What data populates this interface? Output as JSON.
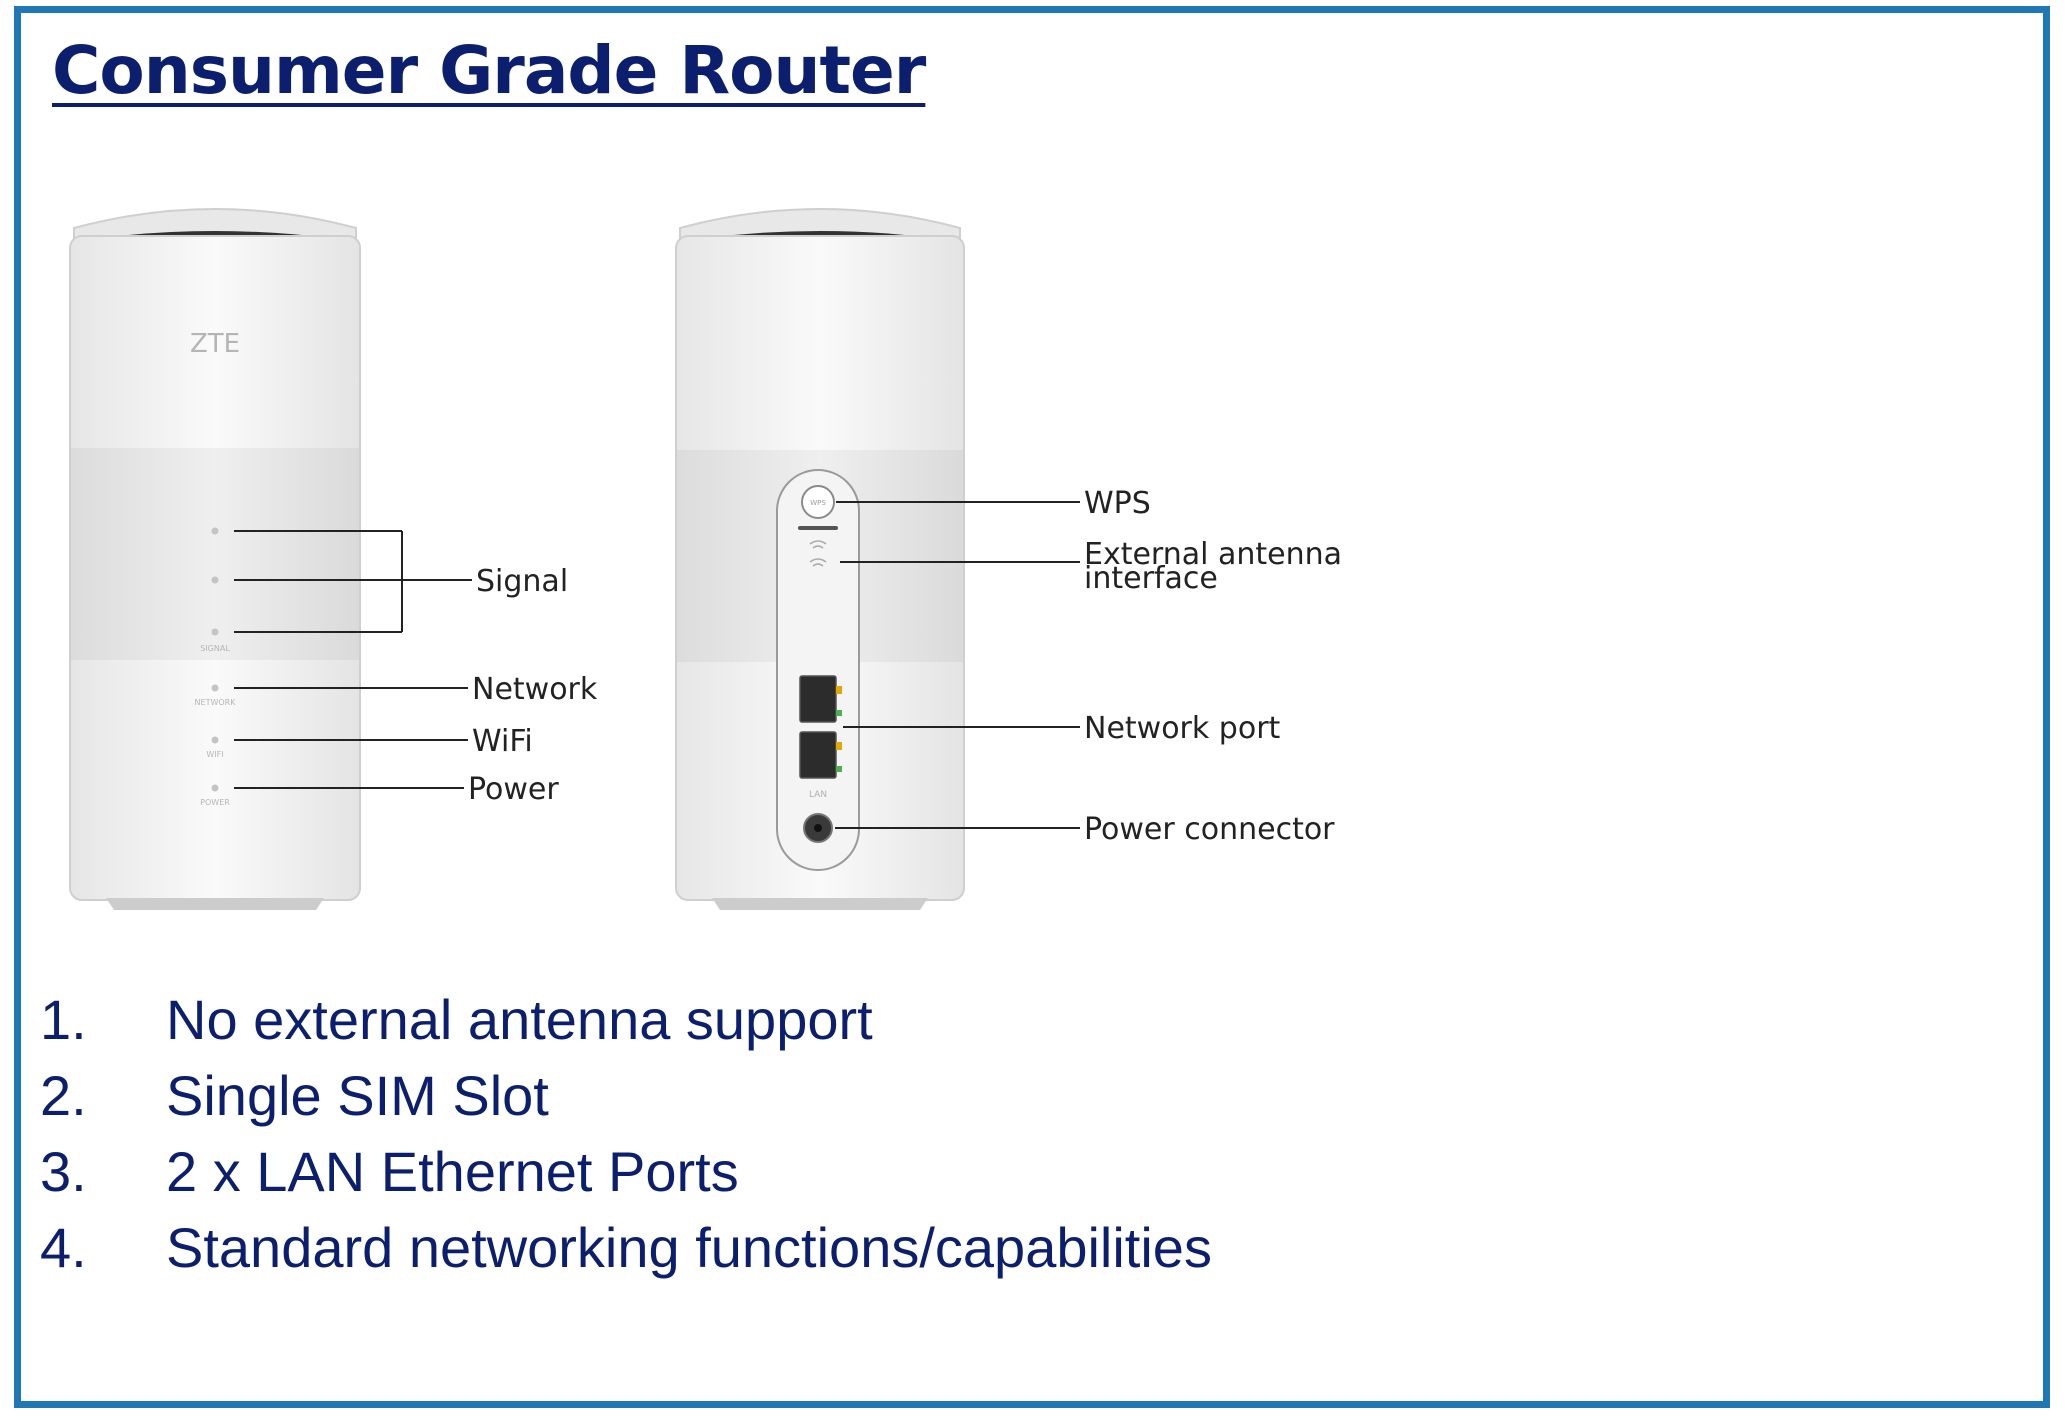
{
  "page": {
    "title": "Consumer Grade Router"
  },
  "colors": {
    "border": "#1f77b4",
    "text": "#0b1f6e",
    "router_body": "#f3f3f3",
    "router_band": "#e9e9e9"
  },
  "front_router": {
    "logo": "ZTE",
    "led_labels": [
      "SIGNAL",
      "NETWORK",
      "WIFI",
      "POWER"
    ],
    "callouts": {
      "signal": "Signal",
      "network": "Network",
      "wifi": "WiFi",
      "power": "Power"
    }
  },
  "back_router": {
    "button_label": "WPS",
    "port_label": "LAN",
    "callouts": {
      "wps": "WPS",
      "antenna_line1": "External antenna",
      "antenna_line2": "interface",
      "network_port": "Network port",
      "power_connector": "Power connector"
    }
  },
  "features": [
    {
      "number": "1.",
      "text": "No external antenna support"
    },
    {
      "number": "2.",
      "text": "Single SIM Slot"
    },
    {
      "number": "3.",
      "text": "2 x LAN Ethernet Ports"
    },
    {
      "number": "4.",
      "text": "Standard networking functions/capabilities"
    }
  ]
}
